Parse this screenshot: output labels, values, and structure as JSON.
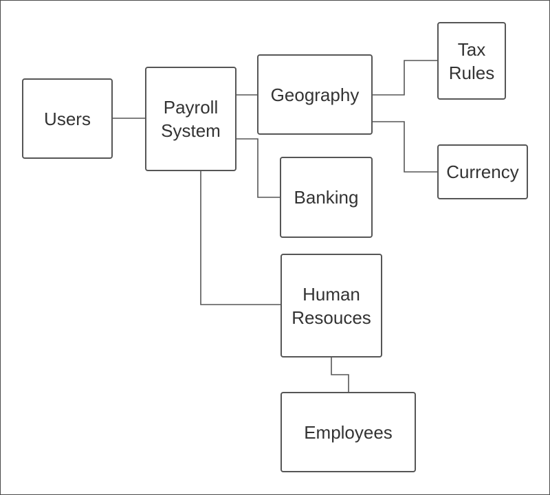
{
  "diagram": {
    "nodes": {
      "users": {
        "label": "Users"
      },
      "payroll": {
        "label": "Payroll\nSystem"
      },
      "geography": {
        "label": "Geography"
      },
      "tax_rules": {
        "label": "Tax\nRules"
      },
      "currency": {
        "label": "Currency"
      },
      "banking": {
        "label": "Banking"
      },
      "human_resources": {
        "label": "Human\nResouces"
      },
      "employees": {
        "label": "Employees"
      }
    },
    "edges": [
      {
        "from": "users",
        "to": "payroll"
      },
      {
        "from": "payroll",
        "to": "geography"
      },
      {
        "from": "payroll",
        "to": "banking"
      },
      {
        "from": "payroll",
        "to": "human_resources"
      },
      {
        "from": "geography",
        "to": "tax_rules"
      },
      {
        "from": "geography",
        "to": "currency"
      },
      {
        "from": "human_resources",
        "to": "employees"
      }
    ]
  }
}
